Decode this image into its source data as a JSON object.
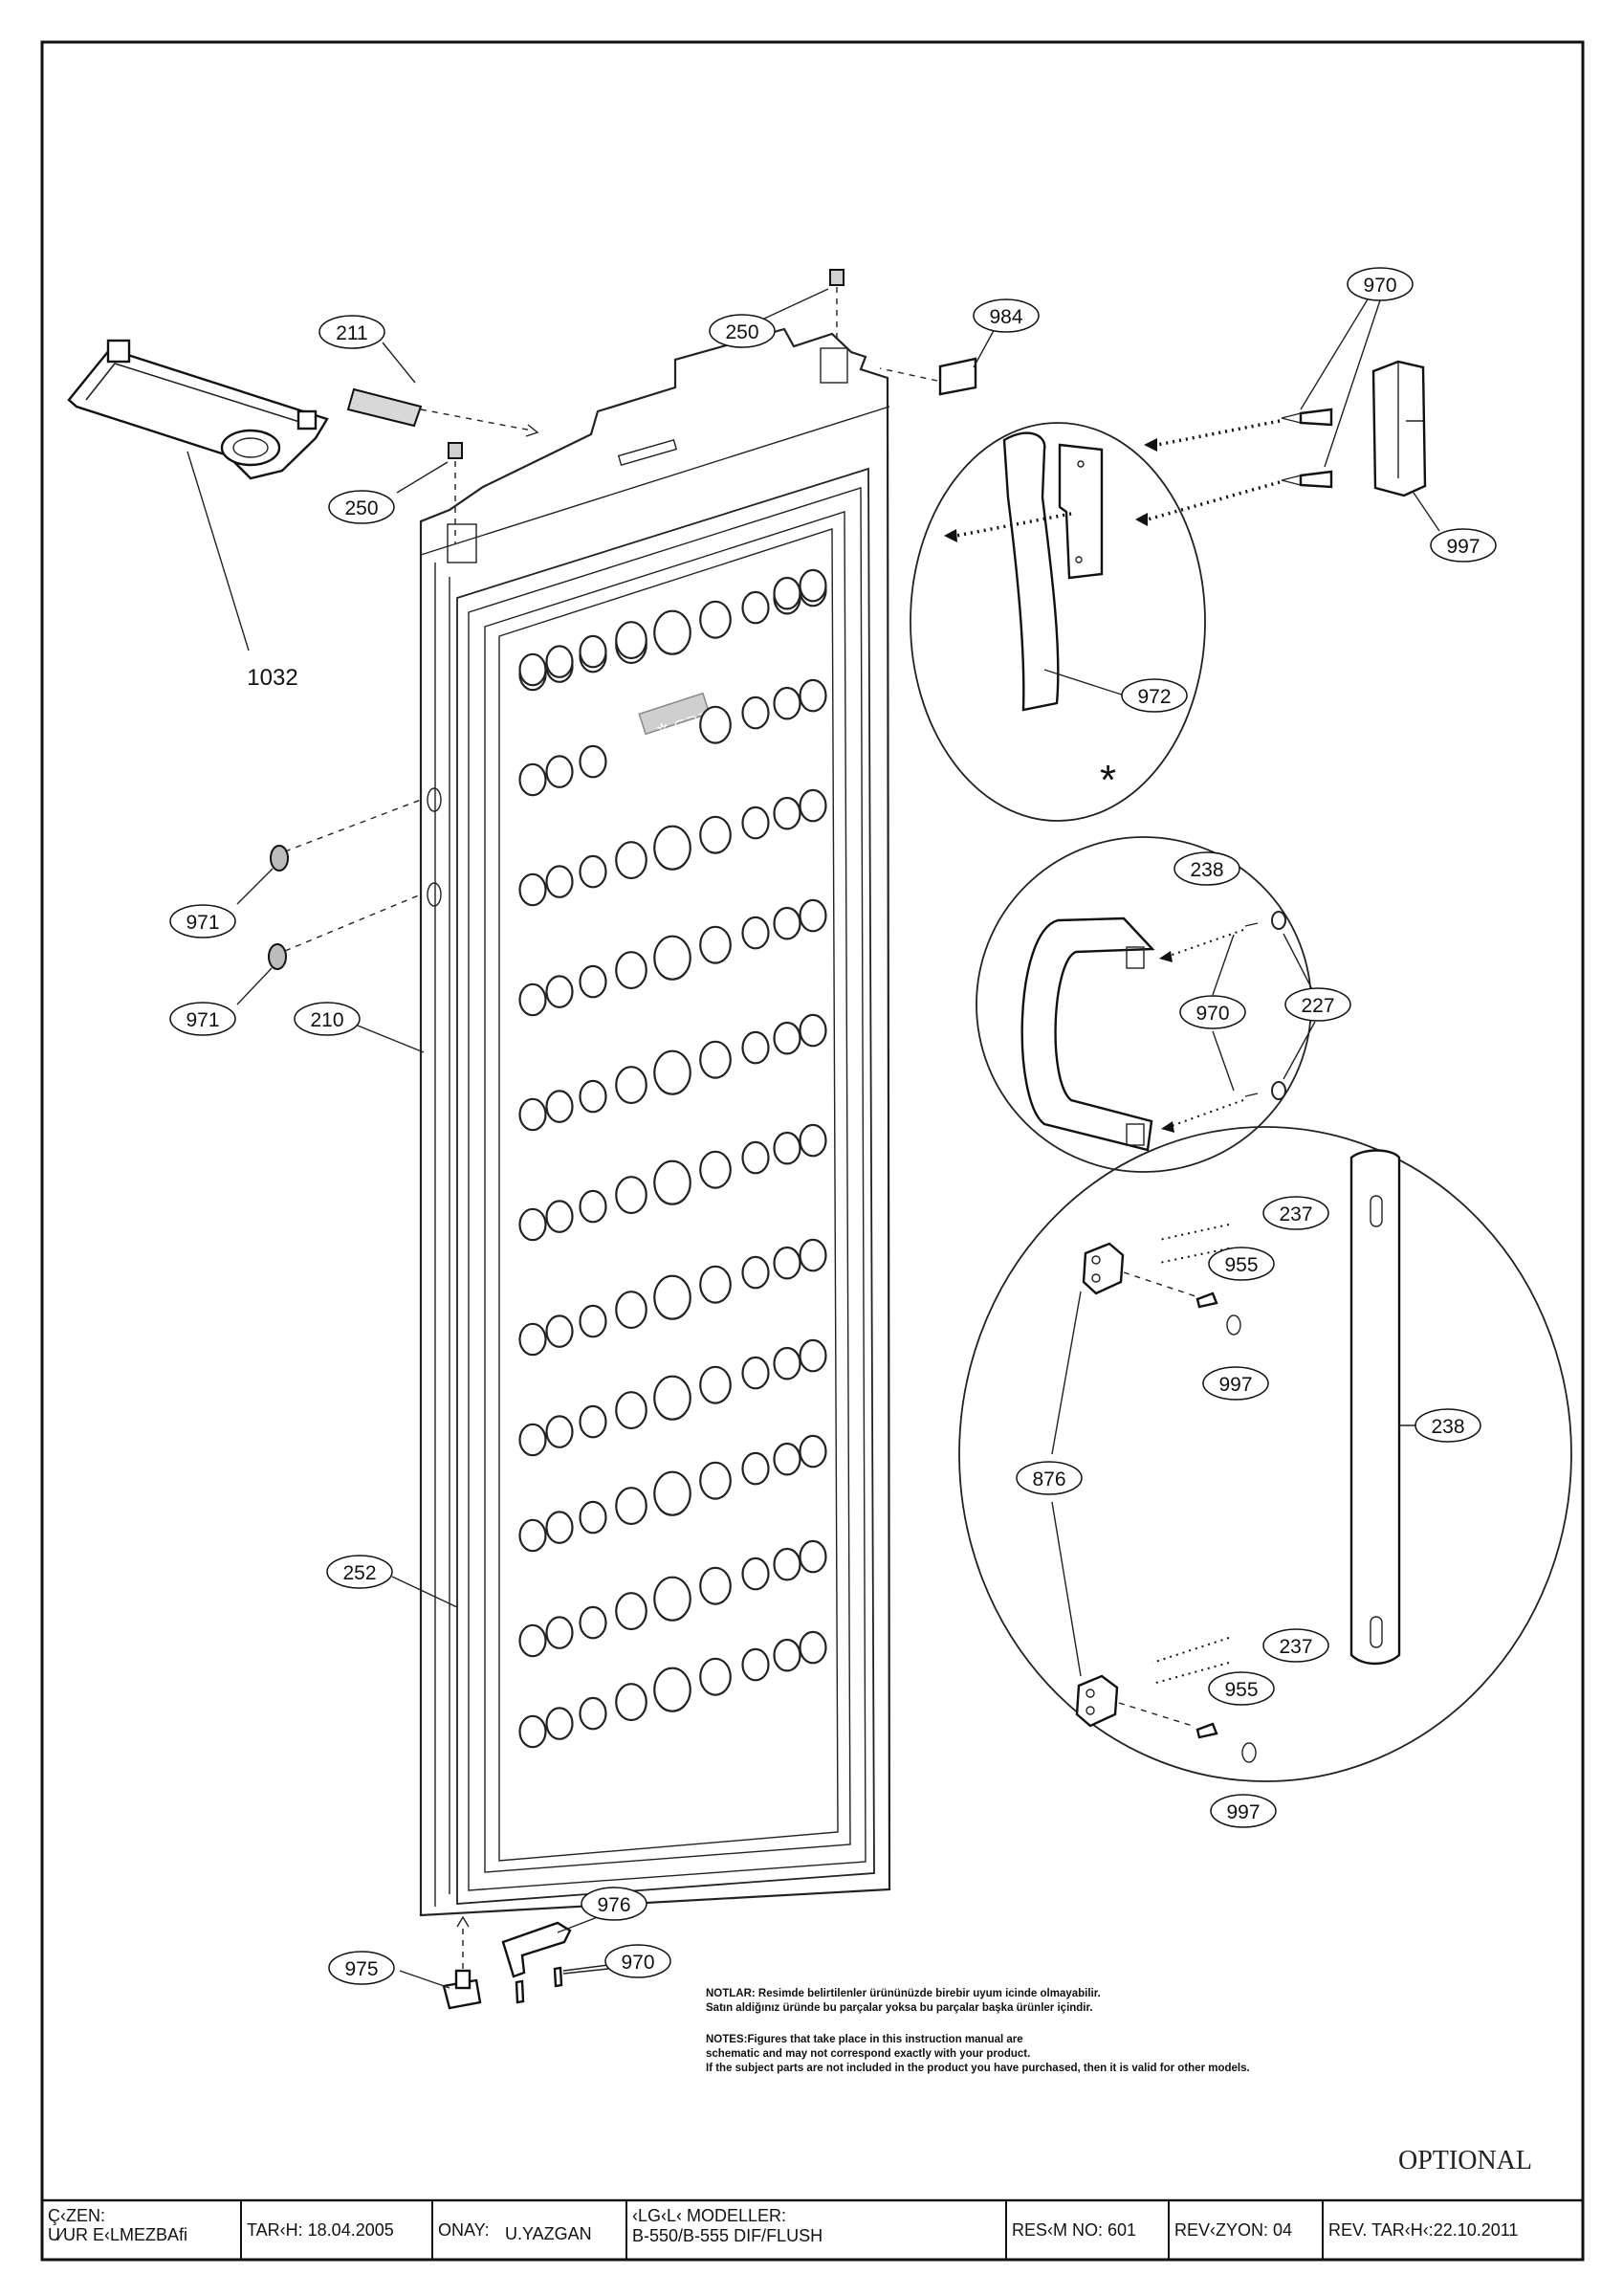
{
  "callouts": [
    {
      "id": "c1032",
      "text": "1032"
    },
    {
      "id": "c211",
      "text": "211"
    },
    {
      "id": "c250a",
      "text": "250"
    },
    {
      "id": "c250b",
      "text": "250"
    },
    {
      "id": "c984",
      "text": "984"
    },
    {
      "id": "c970a",
      "text": "970"
    },
    {
      "id": "c997a",
      "text": "997"
    },
    {
      "id": "c972",
      "text": "972"
    },
    {
      "id": "c238a",
      "text": "238"
    },
    {
      "id": "c970b",
      "text": "970"
    },
    {
      "id": "c227",
      "text": "227"
    },
    {
      "id": "c237a",
      "text": "237"
    },
    {
      "id": "c955a",
      "text": "955"
    },
    {
      "id": "c997b",
      "text": "997"
    },
    {
      "id": "c238b",
      "text": "238"
    },
    {
      "id": "c876",
      "text": "876"
    },
    {
      "id": "c237b",
      "text": "237"
    },
    {
      "id": "c955b",
      "text": "955"
    },
    {
      "id": "c997c",
      "text": "997"
    },
    {
      "id": "c971a",
      "text": "971"
    },
    {
      "id": "c971b",
      "text": "971"
    },
    {
      "id": "c210",
      "text": "210"
    },
    {
      "id": "c252",
      "text": "252"
    },
    {
      "id": "c976",
      "text": "976"
    },
    {
      "id": "c975",
      "text": "975"
    },
    {
      "id": "c970c",
      "text": "970"
    }
  ],
  "asterisk": "*",
  "notes": {
    "tr_line1": "NOTLAR: Resimde belirtilenler ürününüzde birebir  uyum icinde olmayabilir.",
    "tr_line2": "Satın aldiğınız üründe bu parçalar yoksa bu parçalar başka ürünler içindir.",
    "en_line1": "NOTES:Figures that take place in this instruction manual are",
    "en_line2": "schematic  and may not correspond exactly with your product.",
    "en_line3": "If the subject parts are not included in the product you have purchased, then it is valid for other models."
  },
  "optional": "OPTIONAL",
  "title_block": {
    "cizen_label": "Ç‹ZEN:",
    "cizen_name": "U⁄UR E‹LMEZBAfi",
    "tarih": "TAR‹H: 18.04.2005",
    "onay_label": "ONAY:",
    "onay_name": "U.YAZGAN",
    "models_label": "‹LG‹L‹ MODELLER:",
    "models": "B-550/B-555 DIF/FLUSH",
    "resim_no": "RES‹M NO: 601",
    "revizyon": "REV‹ZYON: 04",
    "rev_tarih": "REV. TAR‹H‹:22.10.2011"
  }
}
